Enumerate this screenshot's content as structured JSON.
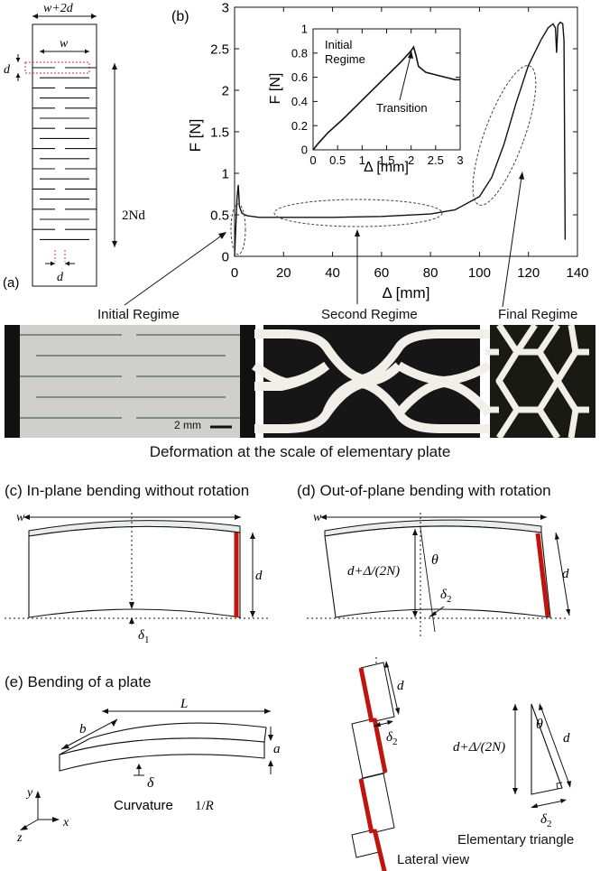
{
  "panel_a": {
    "label": "(a)",
    "top_dim": "w+2d",
    "inner_w": "w",
    "d_left": "d",
    "height_label": "2Nd",
    "bottom_d": "d"
  },
  "panel_b": {
    "label": "(b)",
    "annot_initial": "Initial Regime",
    "annot_second": "Second Regime",
    "annot_final": "Final Regime"
  },
  "chart_data": [
    {
      "type": "line",
      "title": "",
      "xlabel": "Δ [mm]",
      "ylabel": "F [N]",
      "xlim": [
        0,
        140
      ],
      "ylim": [
        0,
        3
      ],
      "xticks": [
        "0",
        "20",
        "40",
        "60",
        "80",
        "100",
        "120",
        "140"
      ],
      "yticks": [
        "0",
        "0.5",
        "1",
        "1.5",
        "2",
        "2.5",
        "3"
      ],
      "x": [
        0,
        1,
        1.5,
        2,
        3,
        5,
        10,
        20,
        40,
        60,
        80,
        90,
        100,
        105,
        110,
        115,
        120,
        125,
        128,
        130,
        131,
        131.5,
        132,
        133,
        134,
        134.5,
        135
      ],
      "y": [
        0,
        0.7,
        0.86,
        0.6,
        0.52,
        0.49,
        0.47,
        0.47,
        0.47,
        0.48,
        0.51,
        0.56,
        0.72,
        0.95,
        1.35,
        1.85,
        2.3,
        2.6,
        2.75,
        2.8,
        2.75,
        2.45,
        2.78,
        2.82,
        2.8,
        2.6,
        0.2
      ],
      "grid": false
    },
    {
      "type": "line",
      "title": "",
      "xlabel": "Δ [mm]",
      "ylabel": "F [N]",
      "xlim": [
        0,
        3
      ],
      "ylim": [
        0,
        1
      ],
      "xticks": [
        "0",
        "0.5",
        "1",
        "1.5",
        "2",
        "2.5",
        "3"
      ],
      "yticks": [
        "0",
        "0.2",
        "0.4",
        "0.6",
        "0.8",
        "1"
      ],
      "x": [
        0,
        0.1,
        0.3,
        0.6,
        1.0,
        1.4,
        1.8,
        2.0,
        2.05,
        2.1,
        2.15,
        2.3,
        2.5,
        2.7,
        2.9,
        3.0
      ],
      "y": [
        0,
        0.05,
        0.14,
        0.25,
        0.41,
        0.57,
        0.73,
        0.82,
        0.85,
        0.78,
        0.69,
        0.64,
        0.62,
        0.6,
        0.58,
        0.58
      ],
      "annotations": [
        "Initial Regime",
        "Transition"
      ],
      "grid": false
    }
  ],
  "photos": {
    "initial_label": "Initial Regime",
    "second_label": "Second Regime",
    "final_label": "Final Regime",
    "scale_bar": "2 mm",
    "caption": "Deformation at the scale of elementary plate"
  },
  "panel_c": {
    "title": "(c) In-plane bending without rotation",
    "w": "w",
    "d": "d",
    "delta": "δ1"
  },
  "panel_d": {
    "title": "(d) Out-of-plane bending with rotation",
    "w": "w",
    "height": "d+Δ/(2N)",
    "theta": "θ",
    "d": "d",
    "delta": "δ2"
  },
  "panel_e": {
    "title": "(e) Bending of a plate",
    "L": "L",
    "b": "b",
    "a": "a",
    "delta": "δ",
    "curvature": "Curvature",
    "curvature_formula": "1/R",
    "axis_y": "y",
    "axis_x": "x",
    "axis_z": "z"
  },
  "lateral": {
    "d": "d",
    "delta": "δ2",
    "caption": "Lateral view"
  },
  "triangle": {
    "height": "d+Δ/(2N)",
    "theta": "θ",
    "d": "d",
    "delta": "δ2",
    "caption": "Elementary triangle"
  },
  "colors": {
    "red_edge": "#c0150f",
    "photo_gray": "#cfcfcc",
    "photo_dark": "#1b1b1b",
    "material": "#f1efe8"
  }
}
